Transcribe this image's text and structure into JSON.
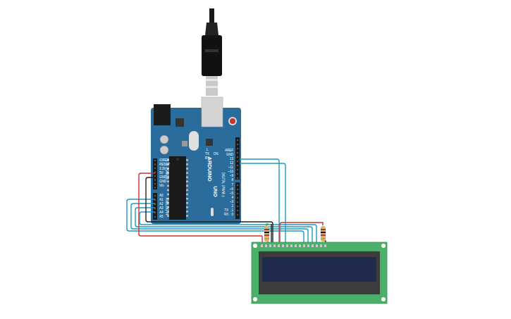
{
  "diagram": {
    "labels": [
      "AREF",
      "GND",
      "13",
      "12",
      "~11",
      "~10",
      "~9",
      "8",
      "7",
      "~6",
      "~5",
      "4",
      "~3",
      "2",
      "TX→1",
      "RX←0",
      "DIGITAL (PWM~)",
      "ARDUINO",
      "UNO",
      "IOREF",
      "RESET",
      "3.3V",
      "5V",
      "GND",
      "GND",
      "Vin",
      "A0",
      "A1",
      "A2",
      "A3",
      "A4",
      "A5",
      "POWER",
      "ANALOG IN",
      "ON",
      "L",
      "TX",
      "RX"
    ]
  }
}
